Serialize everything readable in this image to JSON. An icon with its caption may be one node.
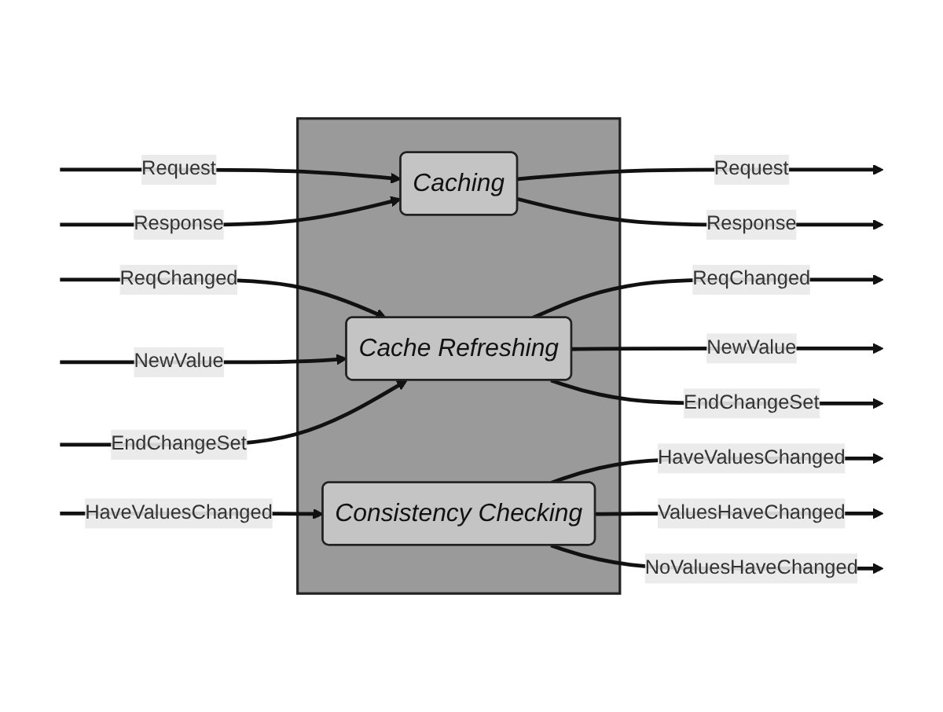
{
  "diagram": {
    "nodes": [
      {
        "text": [],
        "shape": "box"
      },
      {
        "text": [
          "Caching"
        ],
        "in": 0
      },
      {
        "text": [
          "Cache Refreshing"
        ],
        "in": 0
      },
      {
        "text": [
          "Consistency Checking"
        ],
        "in": 0
      }
    ],
    "edges": [
      {
        "from": null,
        "to": 1,
        "arrow": "to",
        "label": "Request"
      },
      {
        "from": null,
        "to": 1,
        "arrow": "to",
        "label": "Response"
      },
      {
        "from": null,
        "to": 2,
        "arrow": "to",
        "label": "ReqChanged"
      },
      {
        "from": null,
        "to": 2,
        "arrow": "to",
        "label": "NewValue"
      },
      {
        "from": null,
        "to": 2,
        "arrow": "to",
        "label": "EndChangeSet"
      },
      {
        "from": null,
        "to": 3,
        "arrow": "to",
        "label": "HaveValuesChanged"
      },
      {
        "from": 1,
        "to": null,
        "arrow": "to",
        "label": "Request"
      },
      {
        "from": 1,
        "to": null,
        "arrow": "to",
        "label": "Response"
      },
      {
        "from": 2,
        "to": null,
        "arrow": "to",
        "label": "ReqChanged"
      },
      {
        "from": 2,
        "to": null,
        "arrow": "to",
        "label": "NewValue"
      },
      {
        "from": 2,
        "to": null,
        "arrow": "to",
        "label": "EndChangeSet"
      },
      {
        "from": 3,
        "to": null,
        "arrow": "to",
        "label": "HaveValuesChanged"
      },
      {
        "from": 3,
        "to": null,
        "arrow": "to",
        "label": "ValuesHaveChanged"
      },
      {
        "from": 3,
        "to": null,
        "arrow": "to",
        "label": "NoValuesHaveChanged"
      }
    ]
  }
}
